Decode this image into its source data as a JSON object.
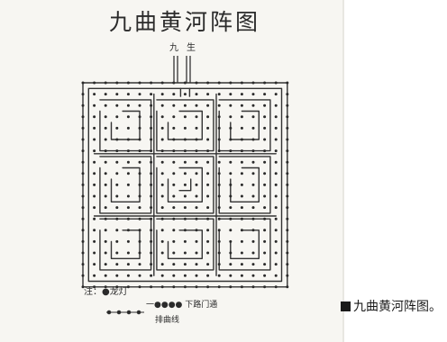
{
  "diagram": {
    "title": "九曲黄河阵图",
    "entrance_labels": [
      "九",
      "生"
    ],
    "legend": {
      "line1": "注：●龙灯",
      "line2": "一●●●● 下路门通",
      "line3": "排曲线"
    }
  },
  "caption": {
    "marker_icon": "black-square-icon",
    "text": "九曲黄河阵图。"
  }
}
